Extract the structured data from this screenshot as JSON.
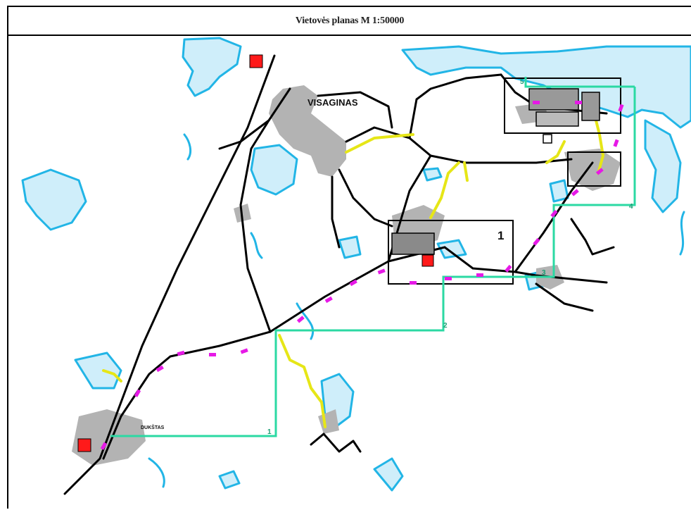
{
  "title": "Vietovės planas M 1:50000",
  "labels": {
    "city": "VISAGINAS",
    "town": "DUKŠTAS",
    "area_number": "1",
    "route_1": "1",
    "route_2": "2",
    "route_3": "3",
    "route_4": "4",
    "route_5": "5"
  },
  "icons": {
    "location_marker": "red-square-marker",
    "route_line": "green-route-line",
    "pipeline_marker": "magenta-dash-marker"
  },
  "colors": {
    "water": "#cfeefa",
    "water_outline": "#22b5e6",
    "urban": "#b3b3b3",
    "road": "#000000",
    "highlight_road": "#e6e617",
    "route": "#2bd9a3",
    "marker": "#ff1a1a",
    "pipeline": "#e619e6"
  }
}
